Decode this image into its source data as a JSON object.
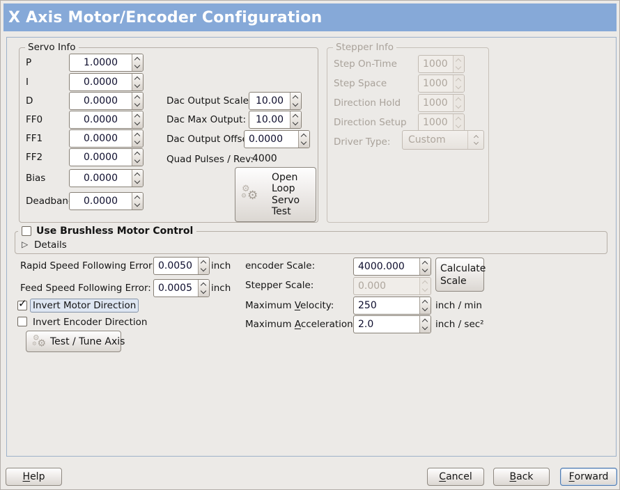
{
  "window": {
    "title": "X Axis Motor/Encoder Configuration"
  },
  "icons": {
    "gear": "⚙",
    "check": "✓",
    "expander": "▷"
  },
  "servo": {
    "legend": "Servo Info",
    "params": [
      {
        "label": "P",
        "value": "1.0000"
      },
      {
        "label": "I",
        "value": "0.0000"
      },
      {
        "label": "D",
        "value": "0.0000"
      },
      {
        "label": "FF0",
        "value": "0.0000"
      },
      {
        "label": "FF1",
        "value": "0.0000"
      },
      {
        "label": "FF2",
        "value": "0.0000"
      },
      {
        "label": "Bias",
        "value": "0.0000"
      },
      {
        "label": "Deadband",
        "value": "0.0000"
      }
    ]
  },
  "dac": {
    "rows": [
      {
        "label": "Dac Output Scale:",
        "value": "10.00"
      },
      {
        "label": "Dac Max Output:",
        "value": "10.00"
      },
      {
        "label": "Dac Output Offset:",
        "value": "0.0000"
      }
    ],
    "quad_label": "Quad Pulses / Rev:",
    "quad_value": "4000"
  },
  "open_loop": {
    "lines": [
      "Open",
      "Loop",
      "Servo",
      "Test"
    ]
  },
  "stepper": {
    "legend": "Stepper Info",
    "params": [
      {
        "label": "Step On-Time",
        "value": "1000"
      },
      {
        "label": "Step Space",
        "value": "1000"
      },
      {
        "label": "Direction Hold",
        "value": "1000"
      },
      {
        "label": "Direction Setup",
        "value": "1000"
      }
    ],
    "driver_label": "Driver Type:",
    "driver_value": "Custom"
  },
  "brushless": {
    "label": "Use Brushless Motor Control",
    "checked": false,
    "details": "Details"
  },
  "ferror": {
    "rapid": {
      "label": "Rapid Speed Following Error:",
      "value": "0.0050",
      "unit": "inch"
    },
    "feed": {
      "label": "Feed Speed Following Error:",
      "value": "0.0005",
      "unit": "inch"
    }
  },
  "invert": {
    "motor": {
      "label": "Invert Motor Direction",
      "checked": true
    },
    "encoder": {
      "label": "Invert Encoder Direction",
      "checked": false
    }
  },
  "test_tune": {
    "label": "Test / Tune Axis"
  },
  "scale": {
    "encoder_label": "encoder Scale:",
    "encoder_value": "4000.000",
    "stepper_label": "Stepper Scale:",
    "stepper_value": "0.000",
    "calc_line1": "Calculate",
    "calc_line2": "Scale",
    "velocity": {
      "pre": "Maximum ",
      "mn": "V",
      "post": "elocity:",
      "value": "250",
      "unit": "inch / min"
    },
    "accel": {
      "pre": "Maximum ",
      "mn": "A",
      "post": "cceleration:",
      "value": "2.0",
      "unit": "inch / sec²"
    }
  },
  "footer": {
    "help": {
      "mn": "H",
      "post": "elp"
    },
    "cancel": {
      "mn": "C",
      "post": "ancel"
    },
    "back": {
      "mn": "B",
      "post": "ack"
    },
    "forward": {
      "mn": "F",
      "post": "orward"
    }
  },
  "colors": {
    "titlebar": "#86a9d8",
    "panel": "#eceae7",
    "focus": "#4e7ab0",
    "highlight_bg": "#dee6f2"
  }
}
